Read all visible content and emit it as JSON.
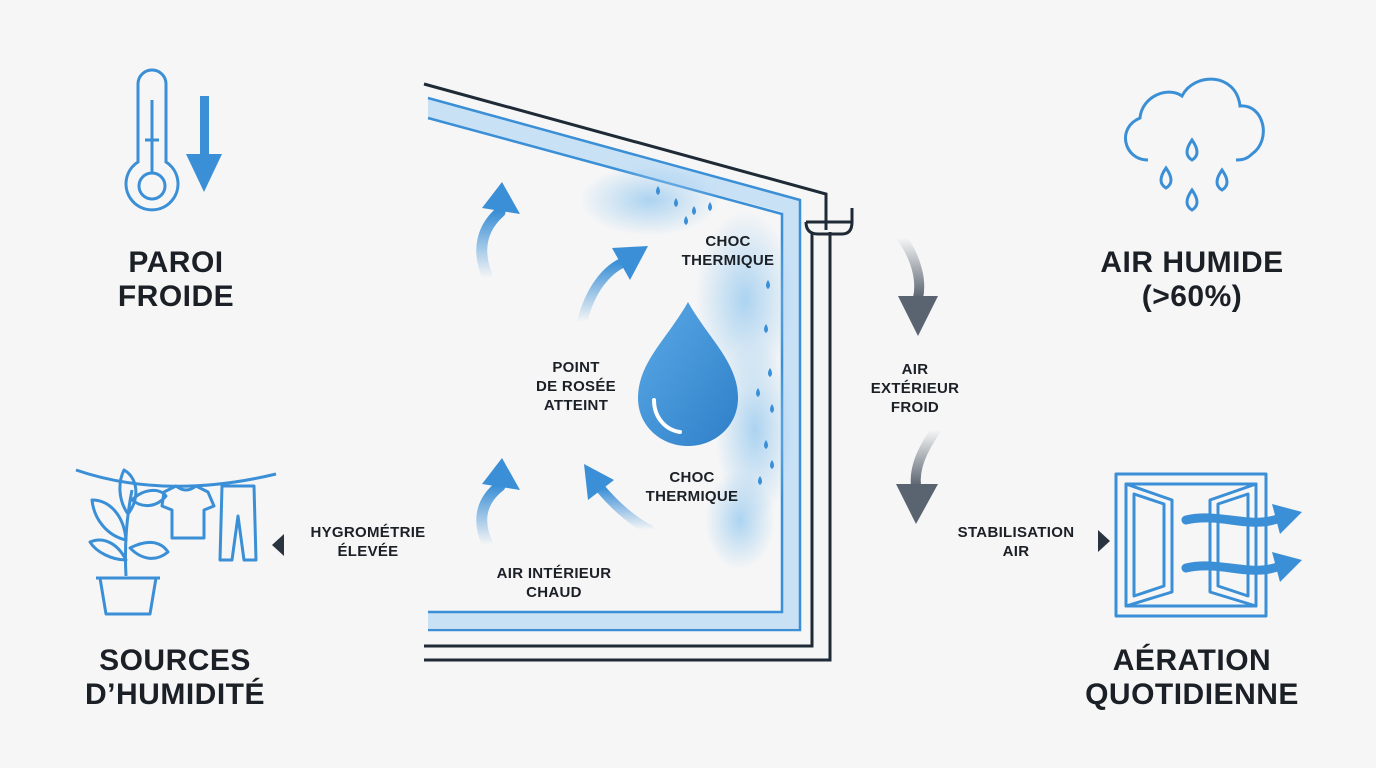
{
  "colors": {
    "accent": "#3b8fd6",
    "light_blue": "#c9e1f5",
    "outline": "#1e2a36",
    "grey_arrow": "#5a6470",
    "background": "#f6f6f6"
  },
  "labels": {
    "cold_wall": [
      "PAROI",
      "FROIDE"
    ],
    "humid_air": [
      "AIR HUMIDE",
      "(>60%)"
    ],
    "humidity_sources": [
      "SOURCES",
      "D’HUMIDITÉ"
    ],
    "daily_ventilation": [
      "AÉRATION",
      "QUOTIDIENNE"
    ],
    "high_hygrometry": [
      "HYGROMÉTRIE",
      "ÉLEVÉE"
    ],
    "thermal_shock_top": [
      "CHOC",
      "THERMIQUE"
    ],
    "thermal_shock_bottom": [
      "CHOC",
      "THERMIQUE"
    ],
    "dew_point": [
      "POINT",
      "DE ROSÉE",
      "ATTEINT"
    ],
    "warm_indoor_air": [
      "AIR INTÉRIEUR",
      "CHAUD"
    ],
    "cold_outdoor_air": [
      "AIR",
      "EXTÉRIEUR",
      "FROID"
    ],
    "air_stabilisation": [
      "STABILISATION",
      "AIR"
    ]
  },
  "icons": [
    "thermometer-icon",
    "down-arrow-icon",
    "rain-cloud-icon",
    "plant-icon",
    "clothesline-icon",
    "open-window-icon",
    "water-drop-icon"
  ]
}
